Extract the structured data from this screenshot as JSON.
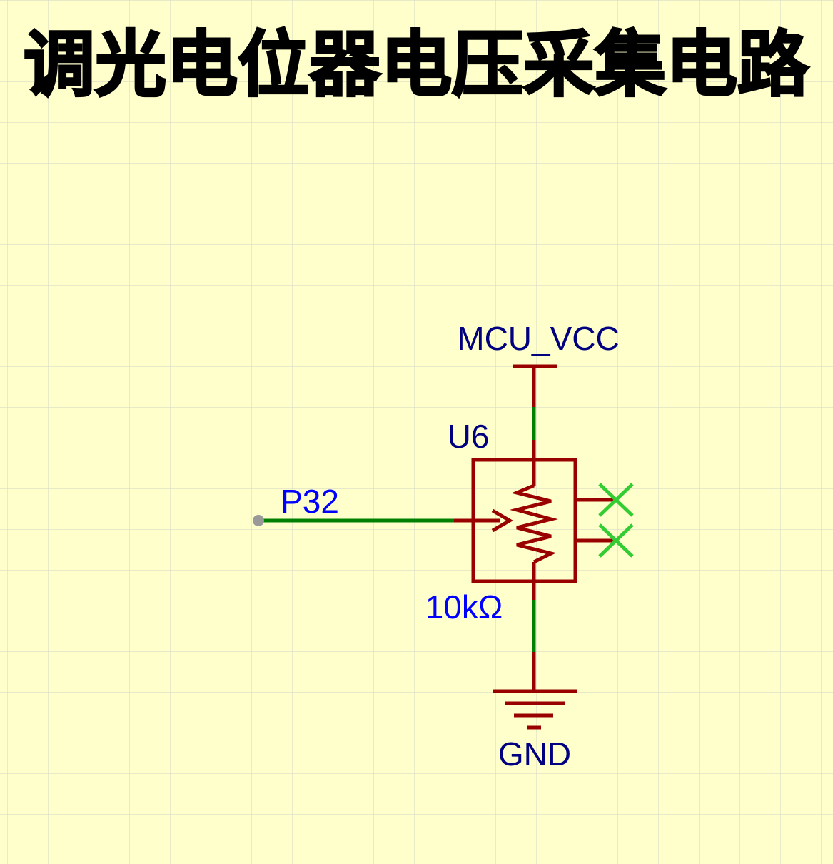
{
  "title": "调光电位器电压采集电路",
  "labels": {
    "power": "MCU_VCC",
    "designator": "U6",
    "net": "P32",
    "value": "10kΩ",
    "ground": "GND"
  },
  "colors": {
    "background": "#ffffcc",
    "grid": "#d9dcc6",
    "wire": "#008000",
    "component": "#990000",
    "label_dark": "#000080",
    "label_blue": "#0000ff",
    "no_connect": "#33cc33",
    "title": "#000000"
  }
}
